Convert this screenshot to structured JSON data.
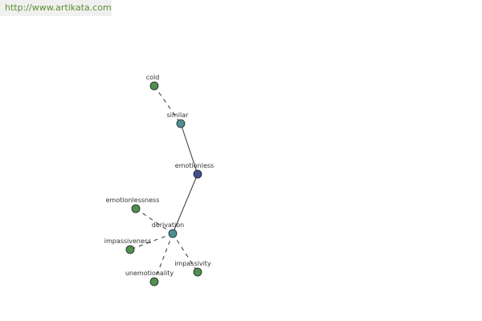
{
  "watermark": {
    "url": "http://www.artikata.com",
    "color": "#5a8f2e"
  },
  "graph": {
    "colors": {
      "leaf": "#4f8f4f",
      "relation": "#4f9090",
      "root": "#3f4f8f",
      "edge": "#333333"
    },
    "nodes": [
      {
        "id": "cold",
        "label": "cold",
        "kind": "leaf"
      },
      {
        "id": "similar",
        "label": "similar",
        "kind": "relation"
      },
      {
        "id": "emotionless",
        "label": "emotionless",
        "kind": "root"
      },
      {
        "id": "derivation",
        "label": "derivation",
        "kind": "relation"
      },
      {
        "id": "emotionlessness",
        "label": "emotionlessness",
        "kind": "leaf"
      },
      {
        "id": "impassiveness",
        "label": "impassiveness",
        "kind": "leaf"
      },
      {
        "id": "unemotionality",
        "label": "unemotionality",
        "kind": "leaf"
      },
      {
        "id": "impassivity",
        "label": "impassivity",
        "kind": "leaf"
      }
    ],
    "edges": [
      {
        "from": "cold",
        "to": "similar",
        "style": "dashed"
      },
      {
        "from": "similar",
        "to": "emotionless",
        "style": "solid"
      },
      {
        "from": "emotionless",
        "to": "derivation",
        "style": "solid"
      },
      {
        "from": "derivation",
        "to": "emotionlessness",
        "style": "dashed"
      },
      {
        "from": "derivation",
        "to": "impassiveness",
        "style": "dashed"
      },
      {
        "from": "derivation",
        "to": "unemotionality",
        "style": "dashed"
      },
      {
        "from": "derivation",
        "to": "impassivity",
        "style": "dashed"
      }
    ]
  }
}
